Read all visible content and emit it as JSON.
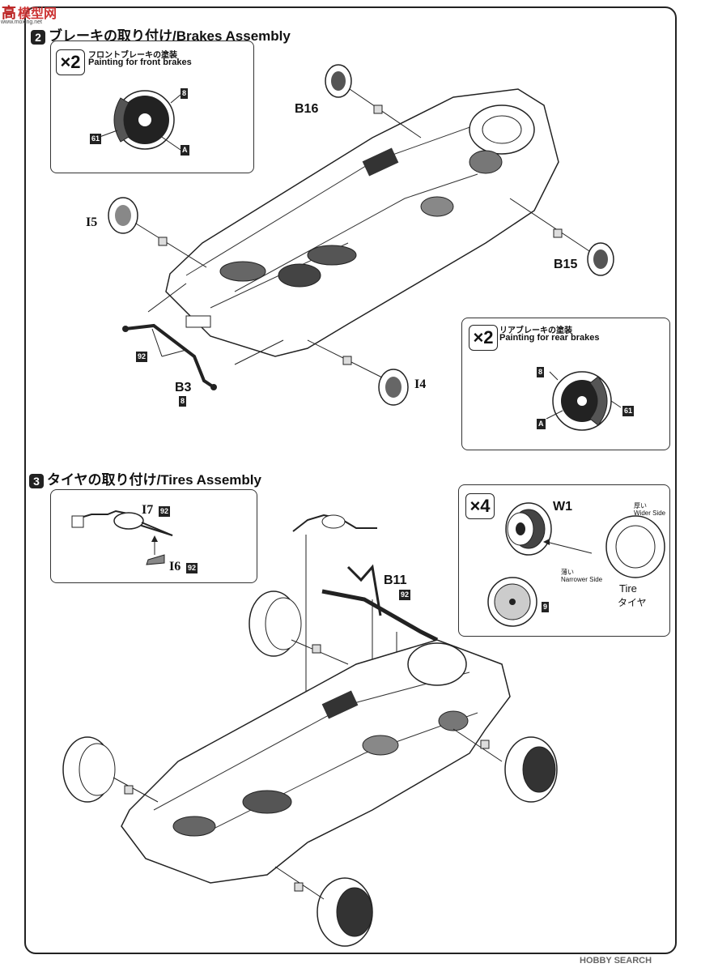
{
  "logo": {
    "top": "高",
    "sub": "模型网",
    "url": "www.moxing.net"
  },
  "step2": {
    "num": "2",
    "title": "ブレーキの取り付け/Brakes Assembly",
    "front_box": {
      "mult": "×2",
      "jp": "フロントブレーキの塗装",
      "en": "Painting for front brakes",
      "tag_8": "8",
      "tag_61": "61",
      "tag_a": "A"
    },
    "rear_box": {
      "mult": "×2",
      "jp": "リアブレーキの塗装",
      "en": "Painting for rear brakes",
      "tag_8": "8",
      "tag_61": "61",
      "tag_a": "A"
    },
    "parts": {
      "b16": "B16",
      "i5": "I5",
      "b15": "B15",
      "b3": "B3",
      "b3_tag": "8",
      "i4": "I4",
      "tag_92": "92"
    }
  },
  "step3": {
    "num": "3",
    "title": "タイヤの取り付け/Tires Assembly",
    "exhaust_box": {
      "i7": "I7",
      "i6": "I6",
      "tag": "92"
    },
    "wheel_box": {
      "mult": "×4",
      "w1": "W1",
      "wider_jp": "厚い",
      "wider_en": "Wider Side",
      "narrower_jp": "薄い",
      "narrower_en": "Narrower Side",
      "tire_en": "Tire",
      "tire_jp": "タイヤ",
      "tag_9": "9"
    },
    "parts": {
      "b11": "B11",
      "b11_tag": "92"
    }
  },
  "watermark": "HOBBY SEARCH"
}
